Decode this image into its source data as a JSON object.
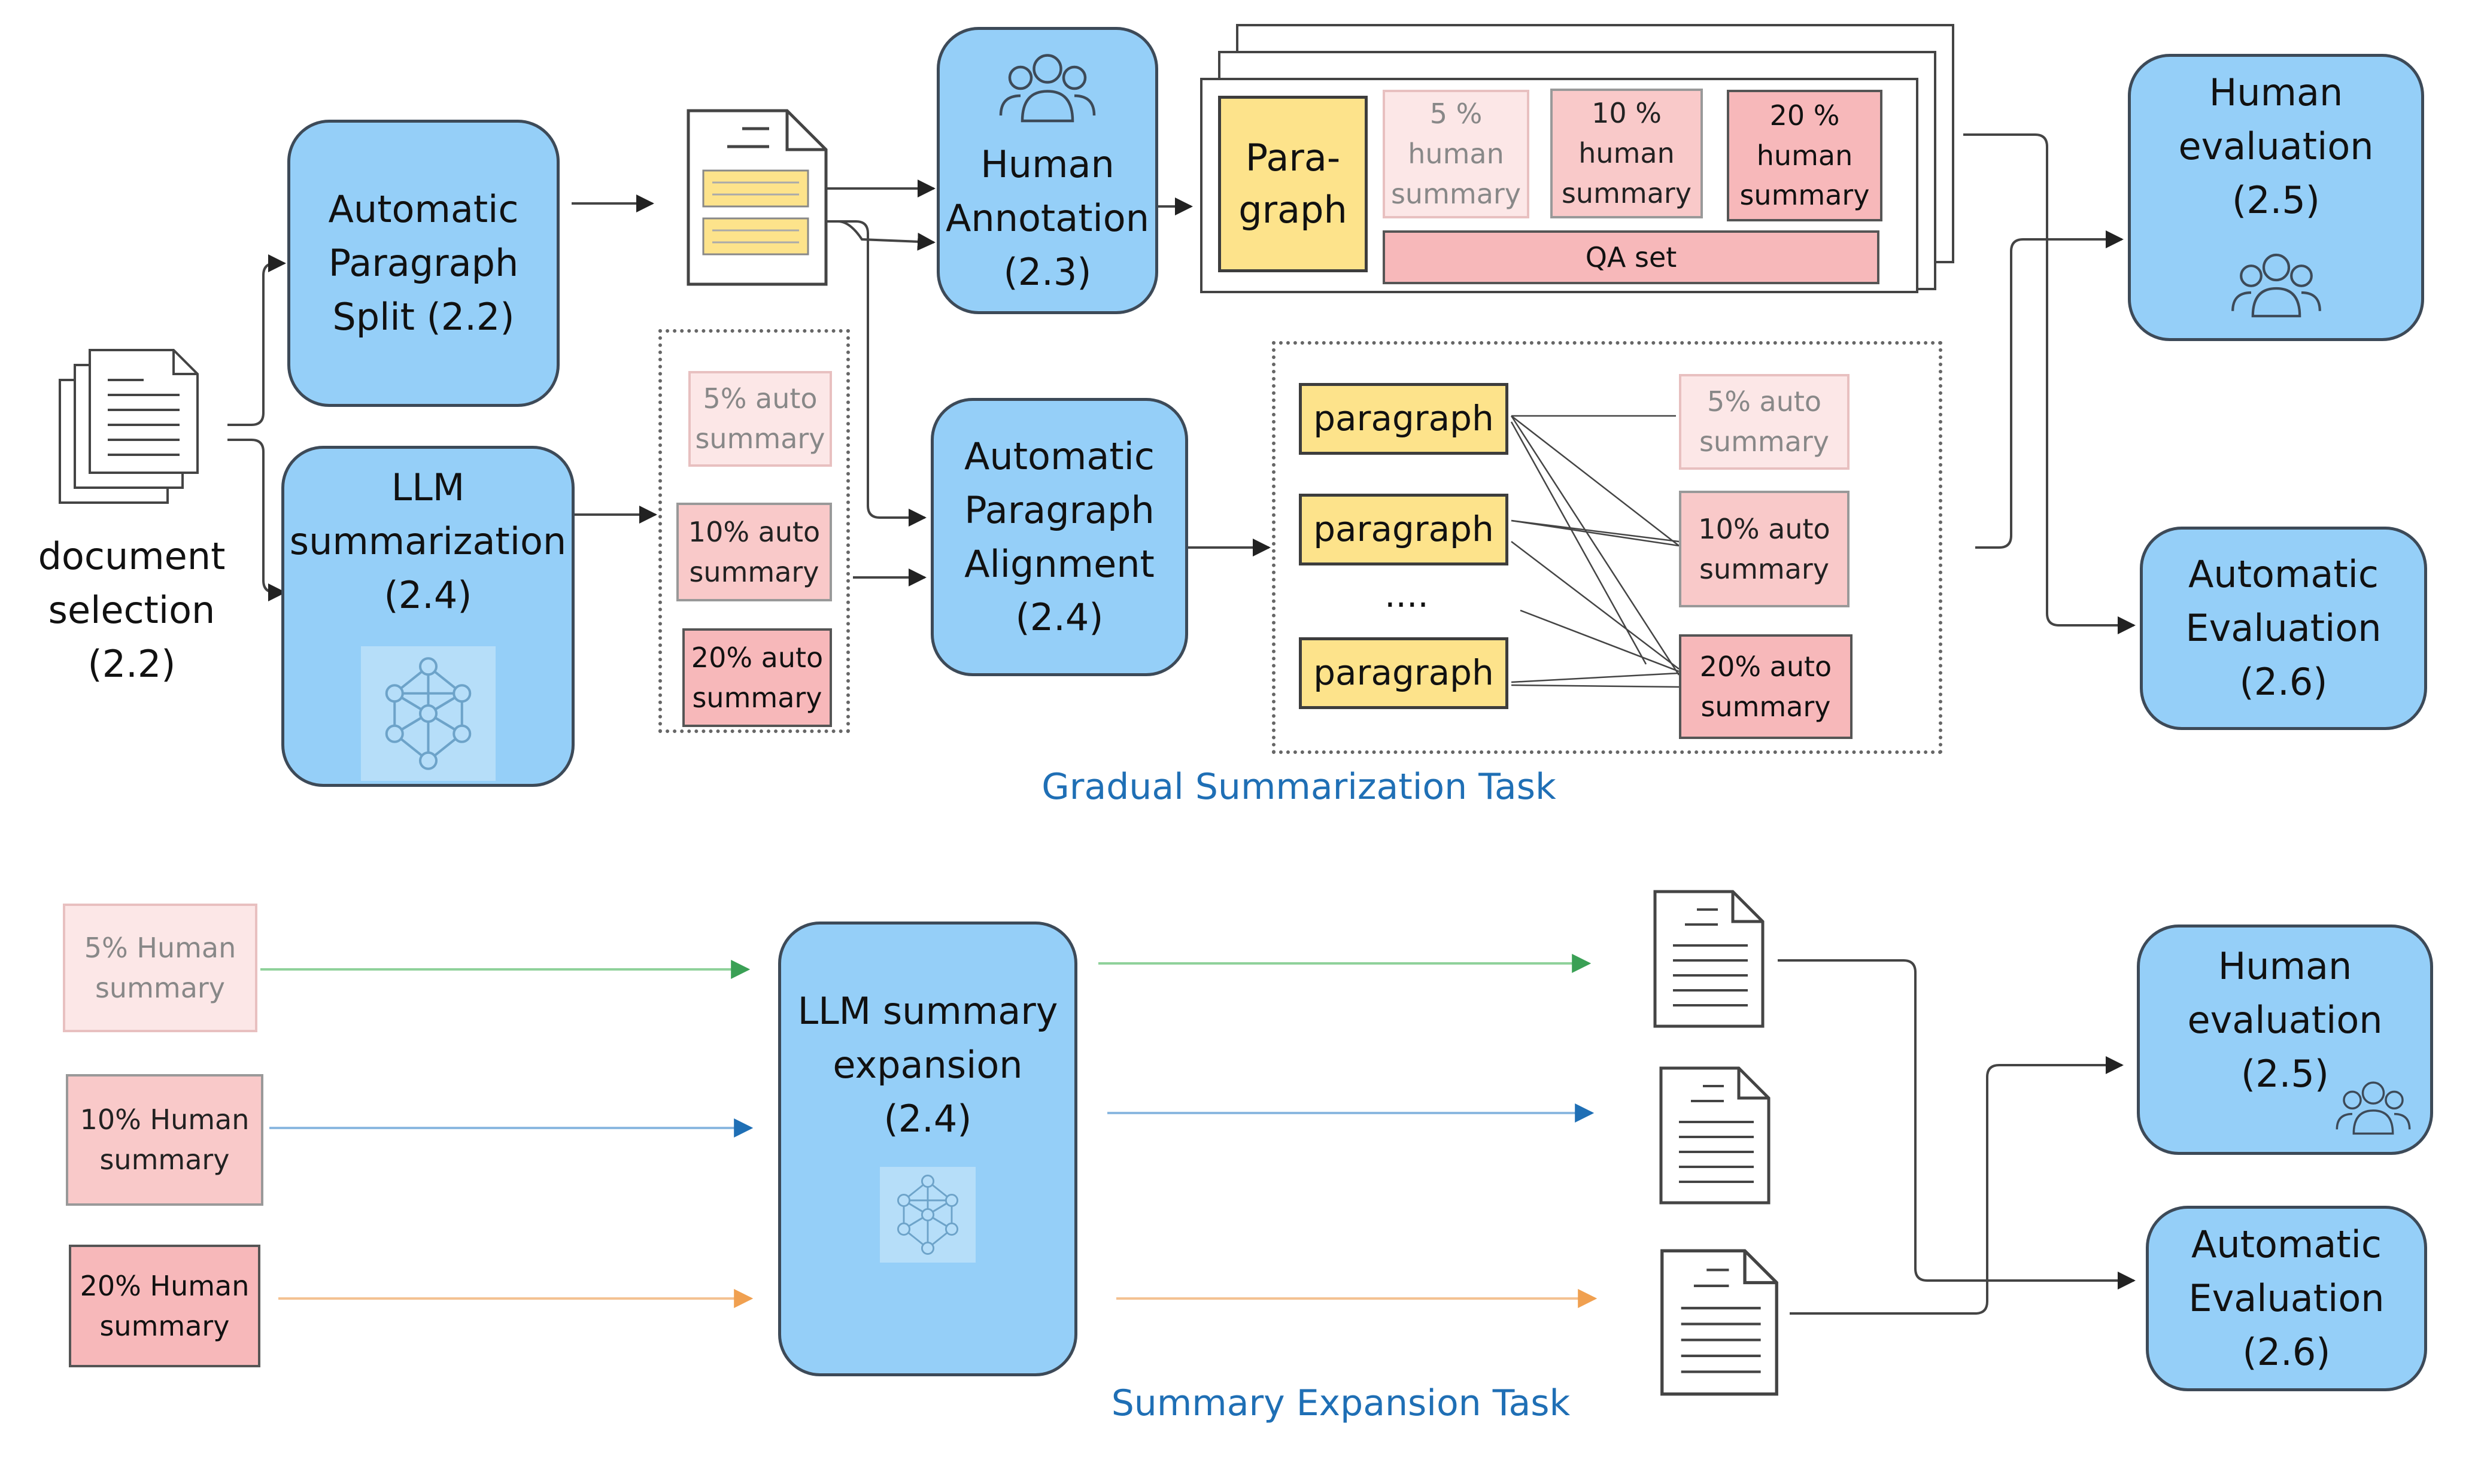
{
  "doc_selection": "document\nselection\n(2.2)",
  "split_box": "Automatic\nParagraph\nSplit (2.2)",
  "llm_sum_box": "LLM\nsummarization\n(2.4)",
  "auto_summaries": [
    "5% auto\nsummary",
    "10% auto\nsummary",
    "20% auto\nsummary"
  ],
  "human_annotation_box": "Human\nAnnotation\n(2.3)",
  "alignment_box": "Automatic\nParagraph\nAlignment\n(2.4)",
  "stack_paragraph": "Para-\ngraph",
  "human_summaries": [
    "5 %\nhuman\nsummary",
    "10 %\nhuman\nsummary",
    "20 %\nhuman\nsummary"
  ],
  "qa_set": "QA set",
  "align_paragraph_label": "paragraph",
  "align_dots": "....",
  "align_auto": [
    "5% auto\nsummary",
    "10% auto\nsummary",
    "20% auto\nsummary"
  ],
  "human_eval_top": "Human\nevaluation\n(2.5)",
  "auto_eval_top": "Automatic\nEvaluation\n(2.6)",
  "gradual_title": "Gradual Summarization Task",
  "expansion_inputs": [
    "5% Human\nsummary",
    "10% Human\nsummary",
    "20% Human\nsummary"
  ],
  "expansion_box": "LLM summary\nexpansion\n(2.4)",
  "human_eval_bottom": "Human\nevaluation\n(2.5)",
  "auto_eval_bottom": "Automatic\nEvaluation\n(2.6)",
  "expansion_title": "Summary Expansion Task",
  "colors": {
    "green": "#3aa055",
    "blue": "#1f6fb5",
    "orange": "#f0a050",
    "title_blue": "#1f6fb5"
  },
  "icons": [
    "document-stack-icon",
    "document-icon",
    "people-icon",
    "neural-network-icon"
  ]
}
